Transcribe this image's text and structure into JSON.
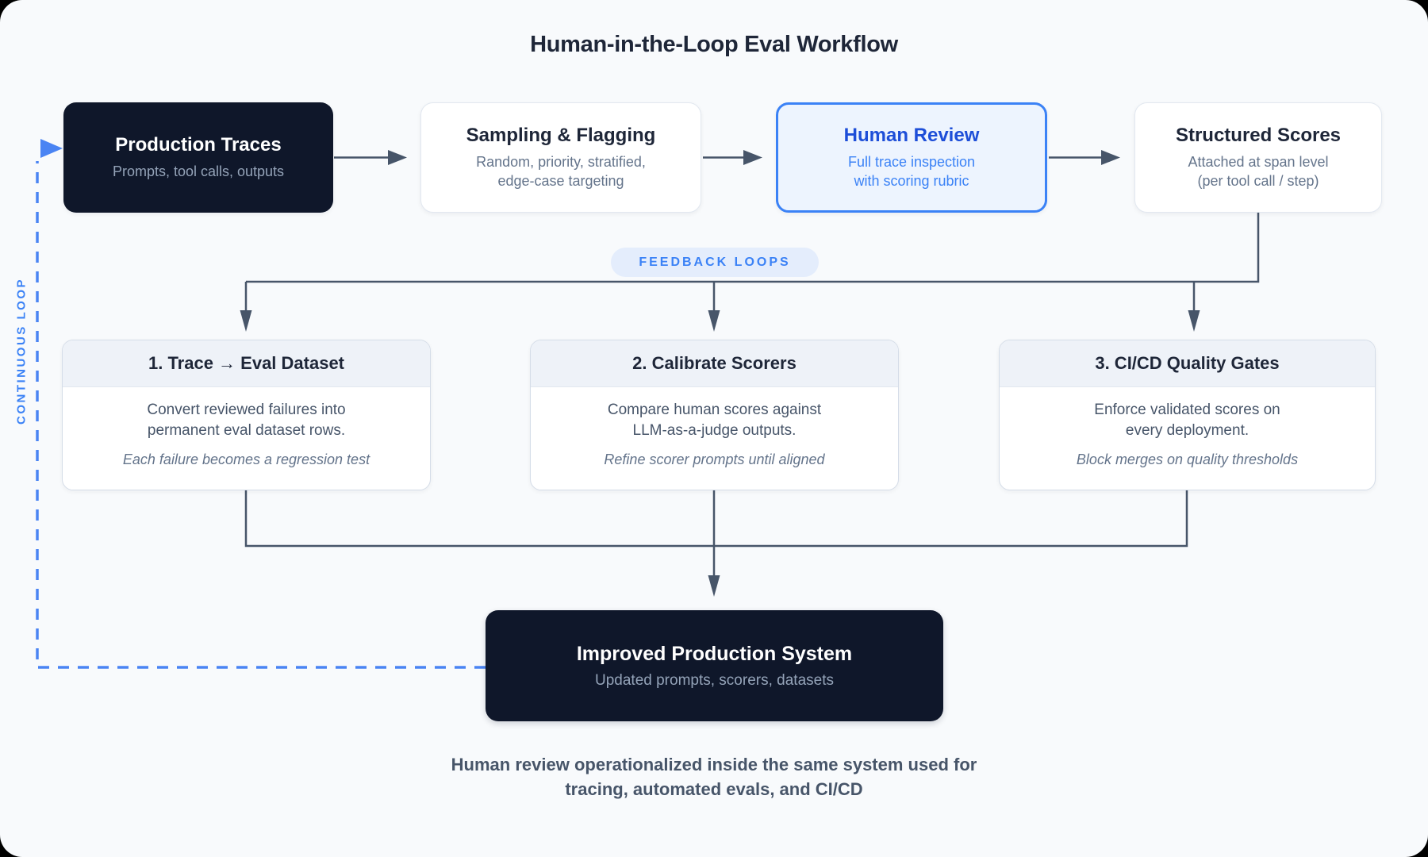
{
  "title": "Human-in-the-Loop Eval Workflow",
  "top_row": [
    {
      "title": "Production Traces",
      "subtitle_lines": [
        "Prompts, tool calls, outputs"
      ]
    },
    {
      "title": "Sampling & Flagging",
      "subtitle_lines": [
        "Random, priority, stratified,",
        "edge-case targeting"
      ]
    },
    {
      "title": "Human Review",
      "subtitle_lines": [
        "Full trace inspection",
        "with scoring rubric"
      ]
    },
    {
      "title": "Structured Scores",
      "subtitle_lines": [
        "Attached at span level",
        "(per tool call / step)"
      ]
    }
  ],
  "feedback_badge": "FEEDBACK LOOPS",
  "loops": [
    {
      "title": "1. Trace → Eval Dataset",
      "body_lines": [
        "Convert reviewed failures into",
        "permanent eval dataset rows."
      ],
      "note": "Each failure becomes a regression test"
    },
    {
      "title": "2. Calibrate Scorers",
      "body_lines": [
        "Compare human scores against",
        "LLM-as-a-judge outputs."
      ],
      "note": "Refine scorer prompts until aligned"
    },
    {
      "title": "3. CI/CD Quality Gates",
      "body_lines": [
        "Enforce validated scores on",
        "every deployment."
      ],
      "note": "Block merges on quality thresholds"
    }
  ],
  "result_box": {
    "title": "Improved Production System",
    "subtitle": "Updated prompts, scorers, datasets"
  },
  "continuous_loop_label": "CONTINUOUS LOOP",
  "caption_lines": [
    "Human review operationalized inside the same system used for",
    "tracing, automated evals, and CI/CD"
  ],
  "colors": {
    "canvas": "#f8fafc",
    "dark_navy": "#0f172a",
    "accent_blue": "#3b82f6",
    "blue_dark_text": "#1d4ed8",
    "line_slate": "#475569",
    "badge_bg": "#e4edfc"
  }
}
